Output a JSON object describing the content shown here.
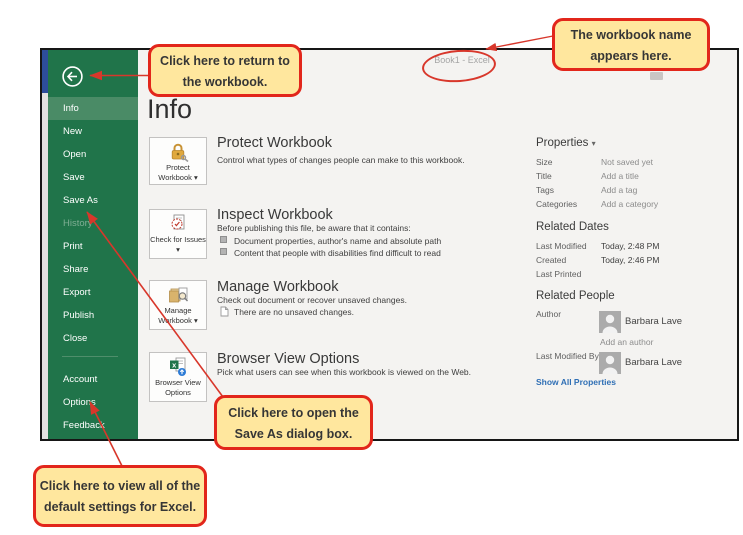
{
  "window": {
    "title": "Book1 - Excel"
  },
  "sidebar": {
    "items": [
      {
        "label": "Info"
      },
      {
        "label": "New"
      },
      {
        "label": "Open"
      },
      {
        "label": "Save"
      },
      {
        "label": "Save As"
      },
      {
        "label": "History"
      },
      {
        "label": "Print"
      },
      {
        "label": "Share"
      },
      {
        "label": "Export"
      },
      {
        "label": "Publish"
      },
      {
        "label": "Close"
      }
    ],
    "footer_items": [
      {
        "label": "Account"
      },
      {
        "label": "Options"
      },
      {
        "label": "Feedback"
      }
    ]
  },
  "main": {
    "page_title": "Info",
    "sections": [
      {
        "button_label": "Protect Workbook ▾",
        "title": "Protect Workbook",
        "desc": "Control what types of changes people can make to this workbook."
      },
      {
        "button_label": "Check for Issues ▾",
        "title": "Inspect Workbook",
        "desc": "Before publishing this file, be aware that it contains:",
        "bullets": [
          "Document properties, author's name and absolute path",
          "Content that people with disabilities find difficult to read"
        ]
      },
      {
        "button_label": "Manage Workbook ▾",
        "title": "Manage Workbook",
        "desc": "Check out document or recover unsaved changes.",
        "status": "There are no unsaved changes."
      },
      {
        "button_label": "Browser View Options",
        "title": "Browser View Options",
        "desc": "Pick what users can see when this workbook is viewed on the Web."
      }
    ]
  },
  "right_panel": {
    "properties": {
      "header": "Properties",
      "caret": "▾",
      "rows": [
        {
          "label": "Size",
          "value": "Not saved yet"
        },
        {
          "label": "Title",
          "value": "Add a title"
        },
        {
          "label": "Tags",
          "value": "Add a tag"
        },
        {
          "label": "Categories",
          "value": "Add a category"
        }
      ]
    },
    "related_dates": {
      "header": "Related Dates",
      "rows": [
        {
          "label": "Last Modified",
          "value": "Today, 2:48 PM"
        },
        {
          "label": "Created",
          "value": "Today, 2:46 PM"
        },
        {
          "label": "Last Printed",
          "value": ""
        }
      ]
    },
    "related_people": {
      "header": "Related People",
      "author_label": "Author",
      "author_name": "Barbara Lave",
      "add_author": "Add an author",
      "last_modified_by_label": "Last Modified By",
      "last_modified_by_name": "Barbara Lave"
    },
    "show_all": "Show All Properties"
  },
  "callouts": {
    "return": {
      "line1": "Click here to return to",
      "line2": "the workbook."
    },
    "saveas": {
      "line1": "Click here to open the",
      "line2": "Save As dialog box."
    },
    "options": {
      "line1": "Click here to view all of the",
      "line2": "default settings for Excel."
    },
    "workbook_name": {
      "line1": "The workbook name",
      "line2": "appears here."
    }
  },
  "icons": {
    "excel_letter": "x"
  },
  "colors": {
    "sidebar_green": "#20744a",
    "sidebar_selected": "#4a8b66",
    "callout_fill": "#ffe79e",
    "callout_border": "#e2261b",
    "arrow_red": "#d8372b",
    "link_blue": "#2f6fb5"
  }
}
